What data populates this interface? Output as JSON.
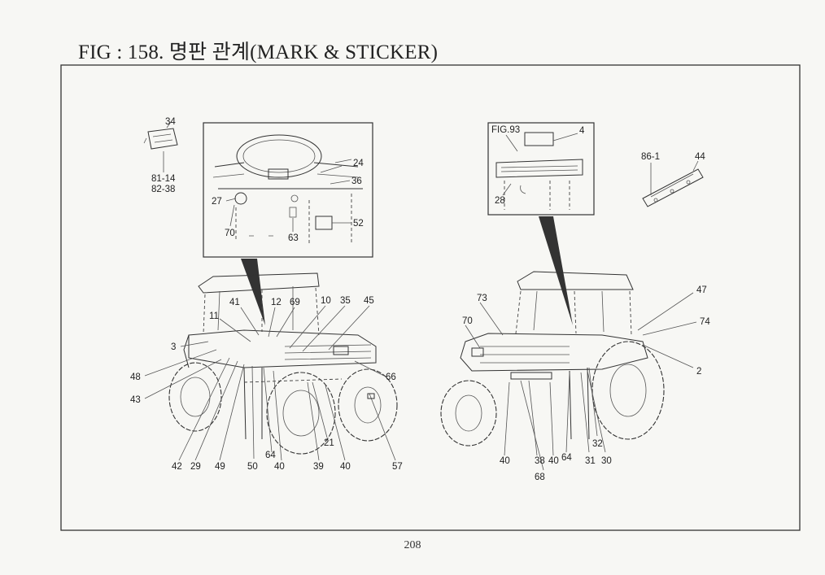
{
  "title": "FIG : 158. 명판 관계(MARK & STICKER)",
  "page_number": "208",
  "labels": {
    "l34": "34",
    "l81_14": "81-14",
    "l82_38": "82-38",
    "l24": "24",
    "l36": "36",
    "l27": "27",
    "l70a": "70",
    "l63": "63",
    "l52": "52",
    "fig93": "FIG.93",
    "l4": "4",
    "l28": "28",
    "l86_1": "86-1",
    "l44": "44",
    "l41": "41",
    "l12": "12",
    "l69": "69",
    "l10": "10",
    "l35": "35",
    "l45": "45",
    "l11": "11",
    "l3": "3",
    "l48": "48",
    "l43": "43",
    "l66": "66",
    "l21": "21",
    "l42": "42",
    "l29": "29",
    "l49": "49",
    "l50": "50",
    "l64a": "64",
    "l40a": "40",
    "l39": "39",
    "l40b": "40",
    "l57": "57",
    "l73": "73",
    "l70b": "70",
    "l47": "47",
    "l74": "74",
    "l2": "2",
    "l32": "32",
    "l40c": "40",
    "l38": "38",
    "l40d": "40",
    "l64b": "64",
    "l31": "31",
    "l30": "30",
    "l68": "68"
  }
}
